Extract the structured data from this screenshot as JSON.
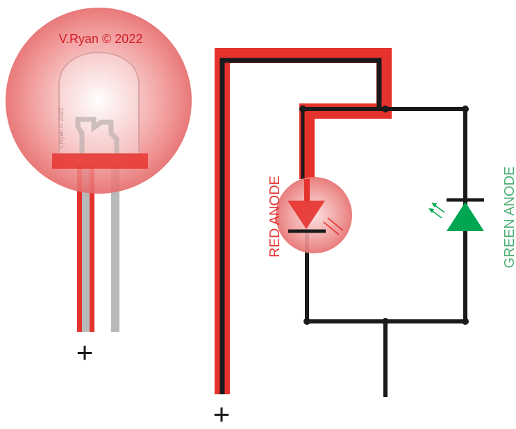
{
  "watermark": {
    "main": "V.Ryan © 2022",
    "small": "V.Ryan © 2022"
  },
  "labels": {
    "red_anode": "RED ANODE",
    "green_anode": "GREEN ANODE",
    "plus_left": "+",
    "plus_right": "+"
  },
  "colors": {
    "red": "#e5322d",
    "red_glow": "#ef6a6a",
    "green": "#00a651",
    "green_text": "#4caf72",
    "wire": "#1a1a1a",
    "lead_grey": "#b9b9b9"
  }
}
